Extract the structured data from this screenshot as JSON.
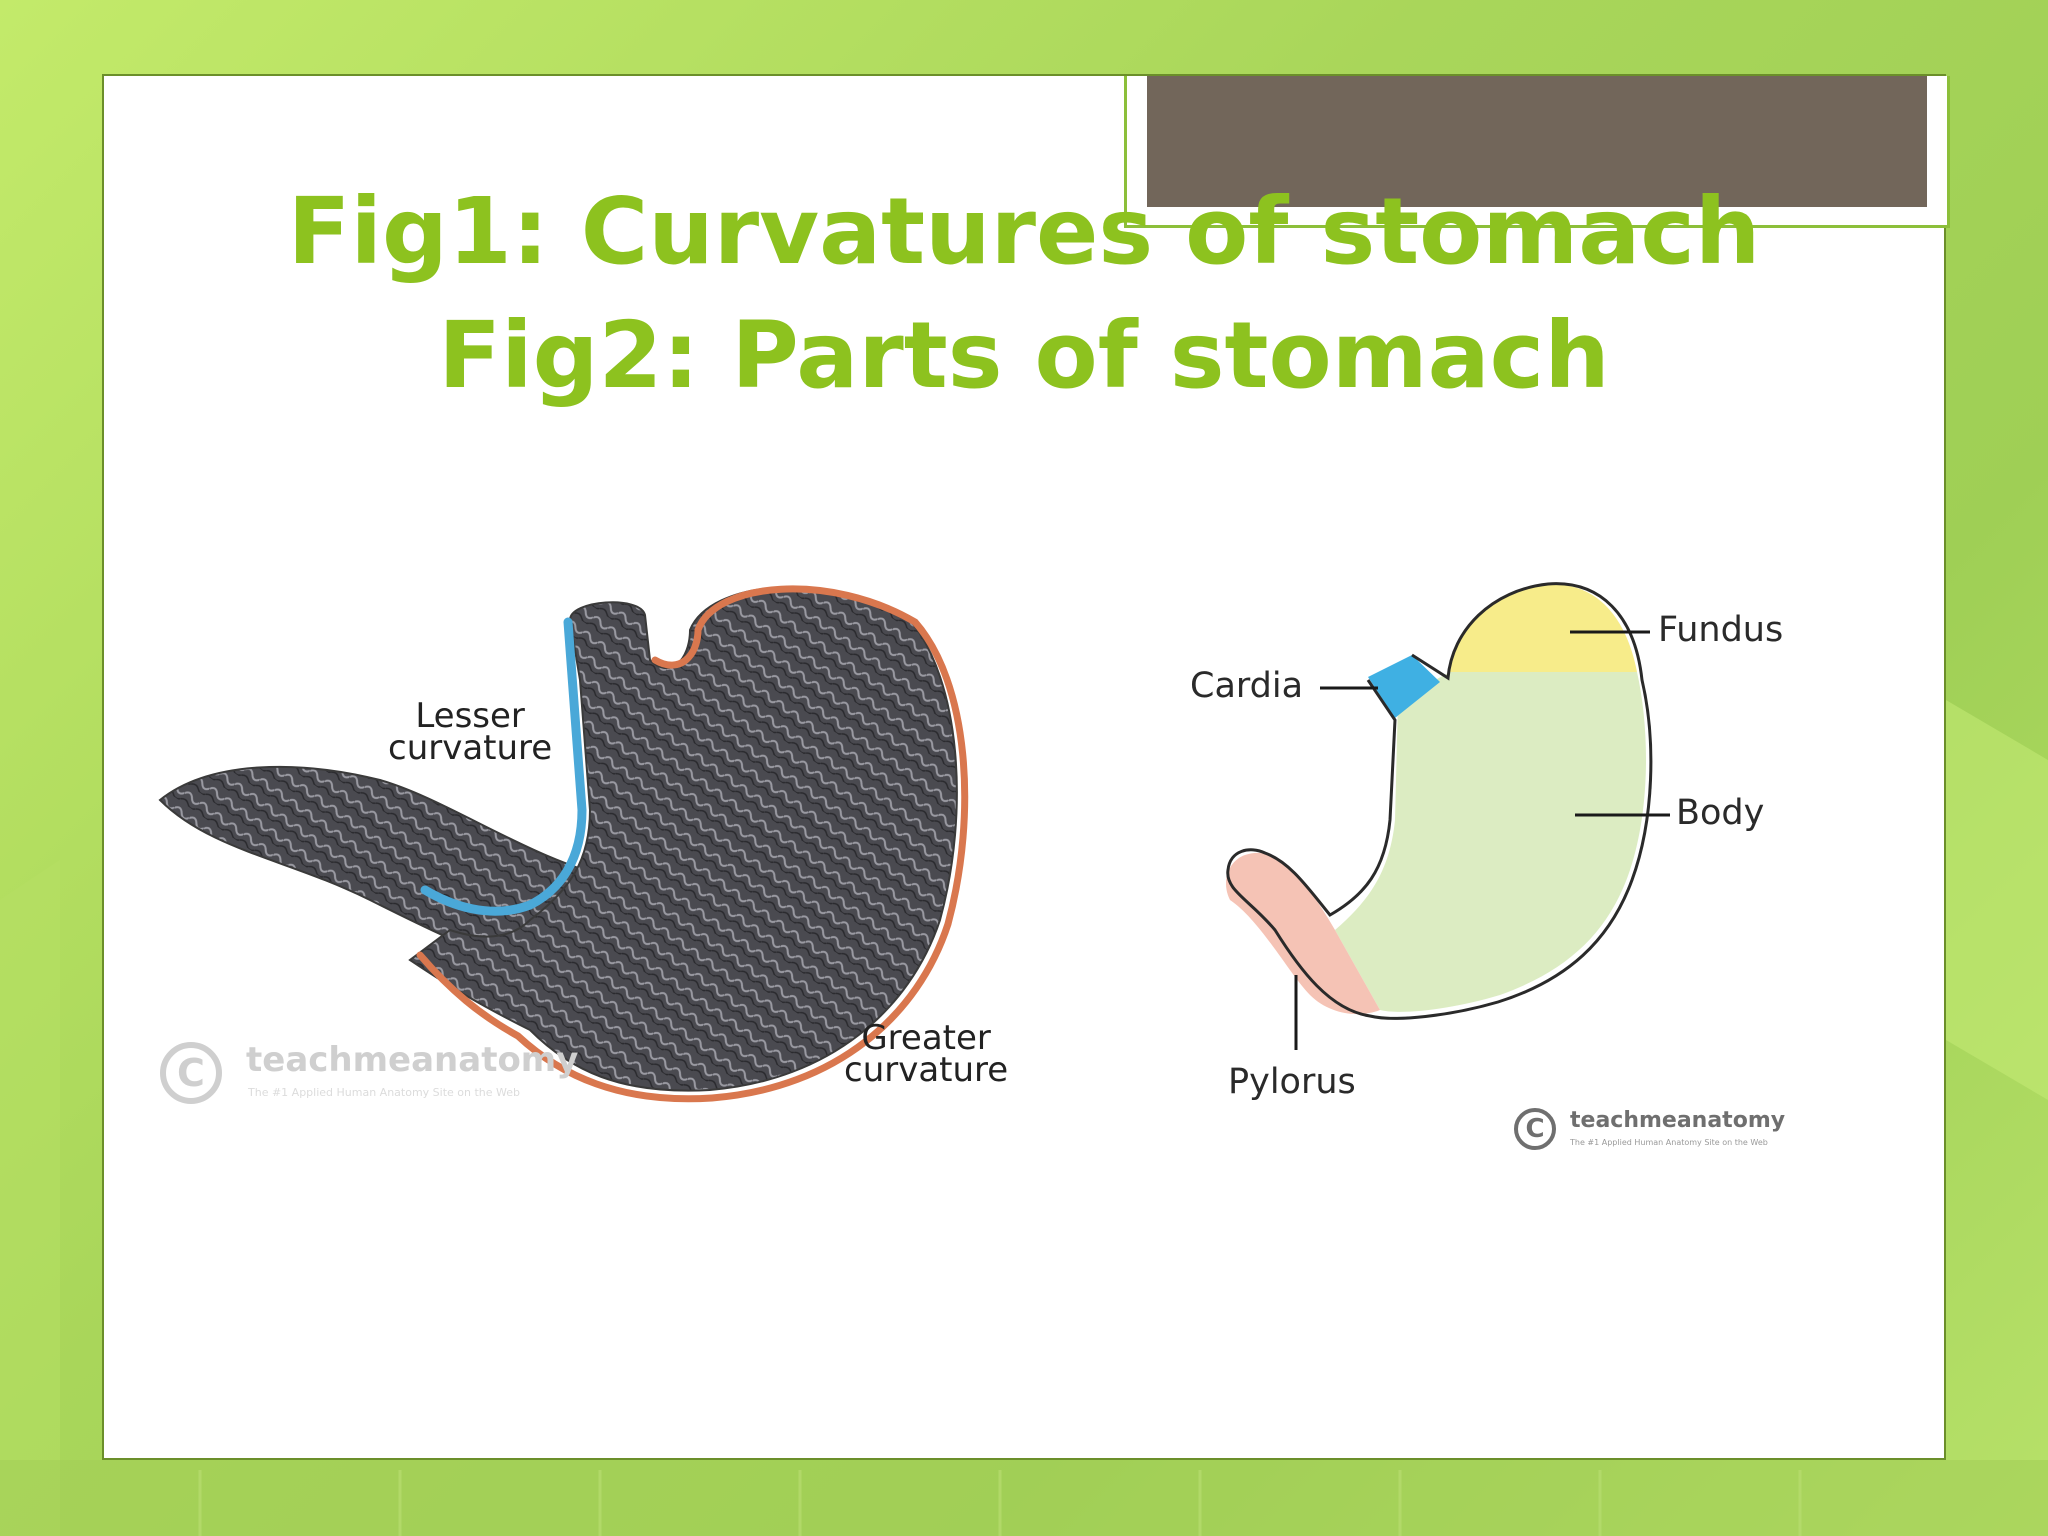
{
  "slide": {
    "title_line_1": "Fig1: Curvatures of stomach",
    "title_line_2": "Fig2: Parts of stomach"
  },
  "figure_1": {
    "labels": {
      "lesser_curvature": "Lesser\ncurvature",
      "greater_curvature": "Greater\ncurvature"
    },
    "watermark": {
      "brand": "teachmeanatomy",
      "tagline": "The #1 Applied Human Anatomy Site on the Web"
    },
    "colors": {
      "lesser_curvature": "#4aa8d8",
      "greater_curvature": "#d9774e"
    }
  },
  "figure_2": {
    "labels": {
      "fundus": "Fundus",
      "cardia": "Cardia",
      "body": "Body",
      "pylorus": "Pylorus"
    },
    "watermark": {
      "brand": "teachmeanatomy",
      "tagline": "The #1 Applied Human Anatomy Site on the Web"
    },
    "colors": {
      "fundus": "#f7ec8a",
      "cardia": "#3fb0e3",
      "body": "#dcecc2",
      "pylorus": "#f5c3b5"
    }
  },
  "theme": {
    "title_color": "#8dc21f",
    "tab_color": "#72665a"
  }
}
